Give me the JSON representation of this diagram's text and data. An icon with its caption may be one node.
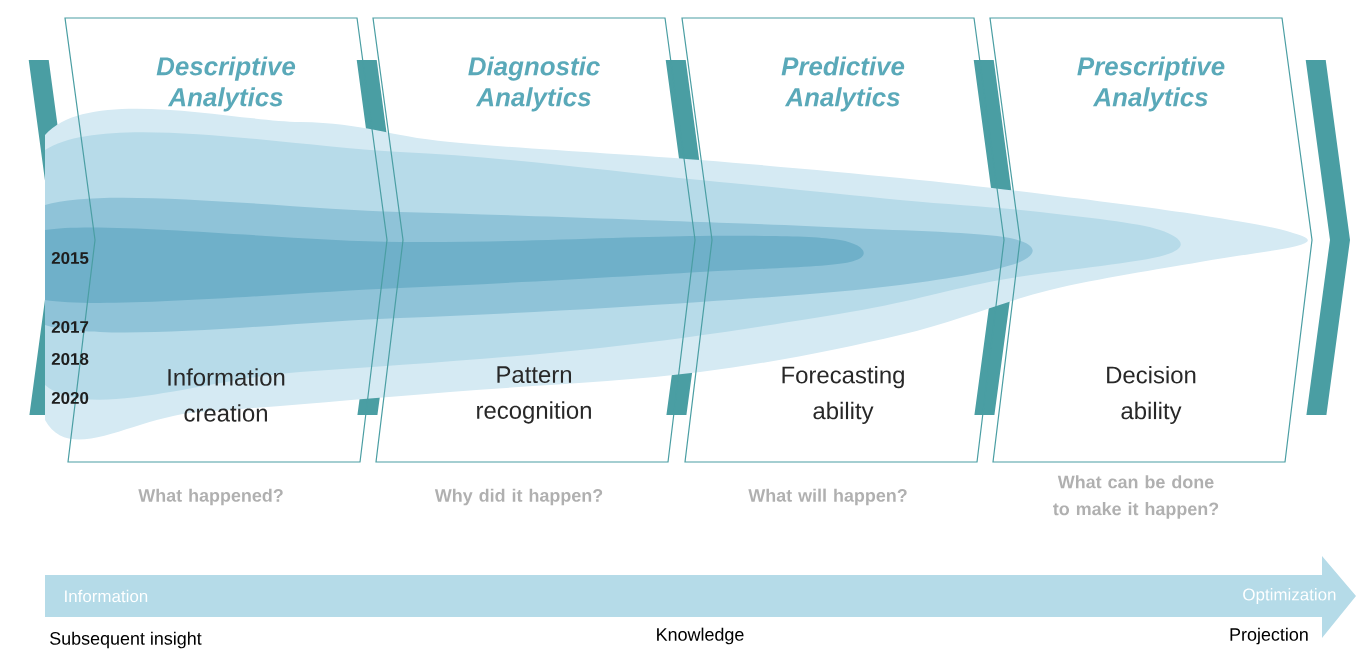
{
  "diagram": {
    "nodes": [
      {
        "text": [
          "Descriptive Analytics",
          "Information creation"
        ],
        "beside": [
          "What happened?"
        ]
      },
      {
        "text": [
          "Diagnostic Analytics",
          "Pattern recognition"
        ],
        "beside": [
          "Why did it happen?"
        ]
      },
      {
        "text": [
          "Predictive Analytics",
          "Forecasting ability"
        ],
        "beside": [
          "What will happen?"
        ]
      },
      {
        "text": [
          "Prescriptive Analytics",
          "Decision ability"
        ],
        "beside": [
          "What can be done to make it happen?"
        ]
      },
      {
        "text": [
          "Information",
          "Optimization"
        ]
      }
    ],
    "labels": [
      "2015",
      "2017",
      "2018",
      "2020",
      "Subsequent insight",
      "Knowledge",
      "Projection"
    ]
  }
}
